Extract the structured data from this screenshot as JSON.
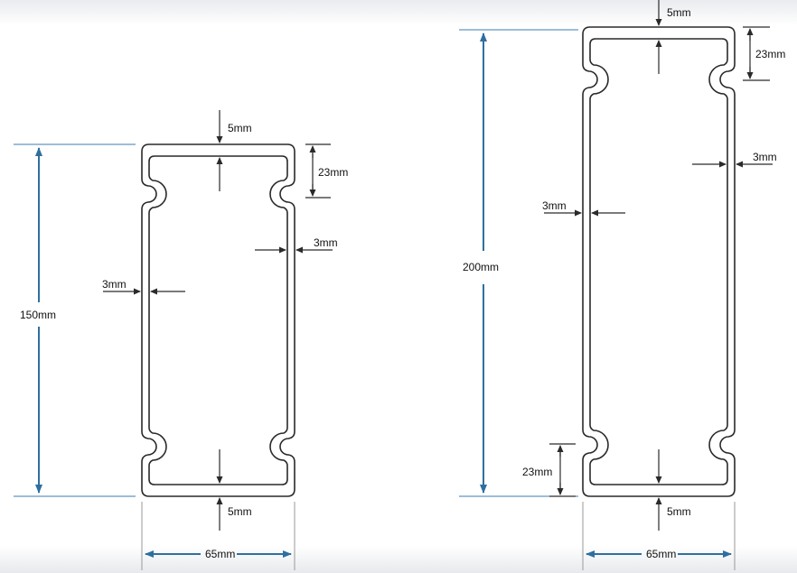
{
  "profile_150": {
    "height_label": "150mm",
    "width_label": "65mm",
    "top_wall_label": "5mm",
    "bottom_wall_label": "5mm",
    "side_wall_left_label": "3mm",
    "side_wall_right_label": "3mm",
    "groove_offset_label": "23mm"
  },
  "profile_200": {
    "height_label": "200mm",
    "width_label": "65mm",
    "top_wall_label": "5mm",
    "bottom_wall_label": "5mm",
    "side_wall_left_label": "3mm",
    "side_wall_right_label": "3mm",
    "groove_offset_top_label": "23mm",
    "groove_offset_bottom_label": "23mm"
  },
  "colors": {
    "dimension_blue": "#2f6f9f",
    "outline": "#2a2a2a"
  }
}
